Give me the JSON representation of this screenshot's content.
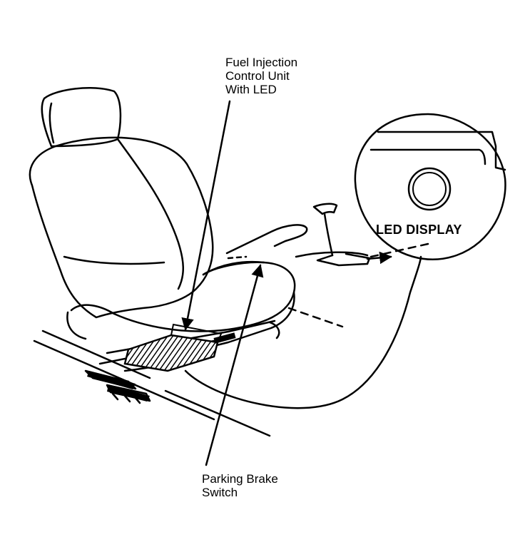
{
  "labels": {
    "control_unit": [
      "Fuel Injection",
      "Control Unit",
      "With LED"
    ],
    "parking_brake": [
      "Parking Brake",
      "Switch"
    ],
    "led_display": "LED DISPLAY"
  }
}
